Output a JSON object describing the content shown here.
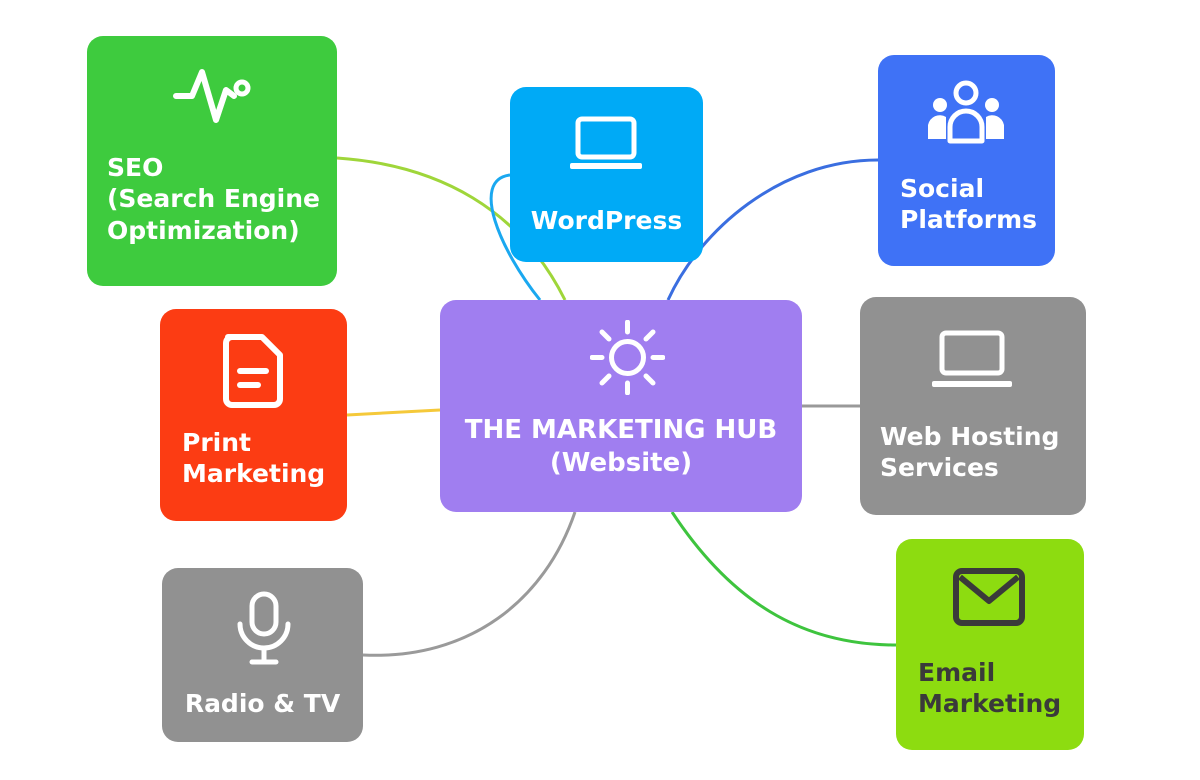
{
  "hub": {
    "title": "THE MARKETING HUB\n(Website)",
    "icon": "sun-icon",
    "color": "#a07ef0"
  },
  "nodes": {
    "seo": {
      "label": "SEO\n(Search Engine\nOptimization)",
      "icon": "pulse-icon",
      "color": "#3ecb3e"
    },
    "wordpress": {
      "label": "WordPress",
      "icon": "laptop-icon",
      "color": "#00aaf6"
    },
    "social": {
      "label": "Social\nPlatforms",
      "icon": "users-icon",
      "color": "#3f72f6"
    },
    "print": {
      "label": "Print\nMarketing",
      "icon": "document-icon",
      "color": "#fc3c13"
    },
    "webhost": {
      "label": "Web Hosting\nServices",
      "icon": "laptop-icon",
      "color": "#919191"
    },
    "radio": {
      "label": "Radio & TV",
      "icon": "microphone-icon",
      "color": "#919191"
    },
    "email": {
      "label": "Email\nMarketing",
      "icon": "envelope-icon",
      "color": "#8ddc10"
    }
  },
  "connector_colors": {
    "seo": "#9fd63a",
    "wordpress": "#1aa8f0",
    "social": "#3a6ee0",
    "print": "#f5c93a",
    "webhost": "#999999",
    "radio": "#9a9a9a",
    "email": "#3ec43e"
  }
}
